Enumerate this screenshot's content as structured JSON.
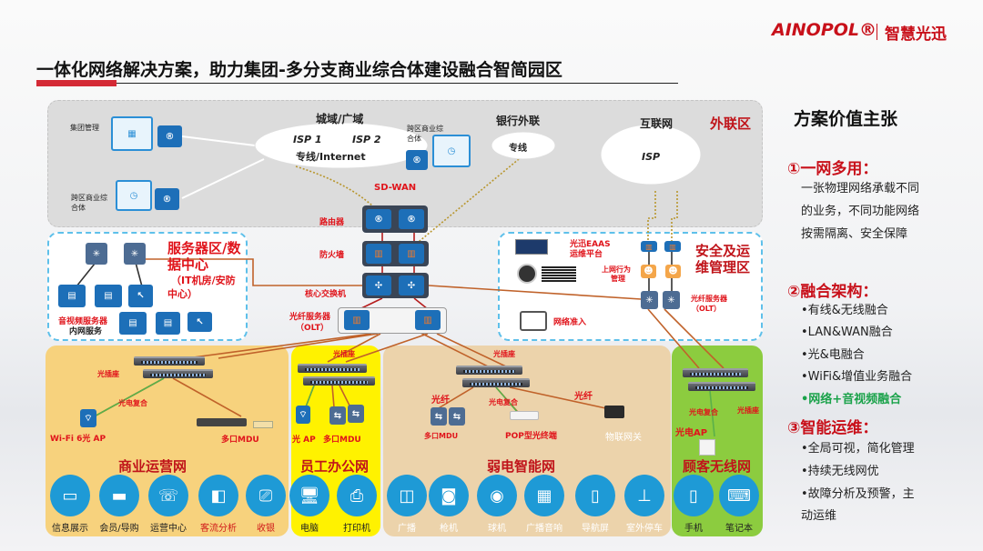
{
  "header": {
    "logo": "AINOPOL®",
    "slogan": "智慧光迅",
    "title": "一体化网络解决方案，助力集团-多分支商业综合体建设融合智简园区"
  },
  "wan": {
    "hq": "集团管理",
    "branch1": "跨区商业综合体",
    "metro": "城域/广域",
    "isp1": "ISP 1",
    "isp2": "ISP 2",
    "leased": "专线/Internet",
    "branch2": "跨区商业综合体",
    "bank": "银行外联",
    "bank_line": "专线",
    "internet": "互联网",
    "isp": "ISP",
    "zone": "外联区",
    "sdwan": "SD-WAN"
  },
  "core": {
    "router": "路由器",
    "firewall": "防火墙",
    "core_switch": "核心交换机",
    "olt": "光纤服务器",
    "olt2": "（OLT）"
  },
  "server": {
    "title1": "服务器区/数",
    "title2": "据中心",
    "sub1": "（IT机房/安防",
    "sub2": "中心）",
    "av": "音视频服务器",
    "intranet": "内网服务"
  },
  "security": {
    "eaas1": "光迅EAAS",
    "eaas2": "运维平台",
    "behavior1": "上网行为",
    "behavior2": "管理",
    "title1": "安全及运",
    "title2": "维管理区",
    "olt": "光纤服务器",
    "olt2": "（OLT）",
    "nac": "网络准入"
  },
  "commerce": {
    "title": "商业运营网",
    "socket": "光插座",
    "hybrid": "光电复合",
    "ap": "Wi-Fi 6光 AP",
    "mdu": "多口MDU",
    "items": [
      "信息展示",
      "会员/导购",
      "运营中心",
      "客流分析",
      "收银"
    ]
  },
  "staff": {
    "title": "员工办公网",
    "socket": "光插座",
    "ap": "光 AP",
    "mdu": "多口MDU",
    "items": [
      "电脑",
      "打印机"
    ]
  },
  "weak": {
    "title": "弱电智能网",
    "socket": "光插座",
    "fiber1": "光纤",
    "hybrid": "光电复合",
    "fiber2": "光纤",
    "mdu": "多口MDU",
    "pop": "POP型光终端",
    "iot": "物联网关",
    "items": [
      "广播",
      "枪机",
      "球机",
      "广播音响",
      "导航屏",
      "室外停车"
    ]
  },
  "customer": {
    "title": "顾客无线网",
    "hybrid": "光电复合",
    "socket": "光插座",
    "ap": "光电AP",
    "items": [
      "手机",
      "笔记本"
    ]
  },
  "panel": {
    "title": "方案价值主张",
    "s1": {
      "head": "①一网多用：",
      "lines": [
        "一张物理网络承载不同",
        "的业务，不同功能网络",
        "按需隔离、安全保障"
      ]
    },
    "s2": {
      "head": "②融合架构：",
      "items": [
        "•有线&无线融合",
        "•LAN&WAN融合",
        "•光&电融合",
        "•WiFi&增值业务融合",
        "•网络+音视频融合"
      ]
    },
    "s3": {
      "head": "③智能运维：",
      "items": [
        "•全局可视，简化管理",
        "•持续无线网优",
        "•故障分析及预警，主",
        "动运维"
      ]
    }
  },
  "colors": {
    "accent": "#e0141b",
    "highlight": "#1aa24a",
    "device": "#1d6fb8",
    "circle": "#1e9ad6"
  }
}
